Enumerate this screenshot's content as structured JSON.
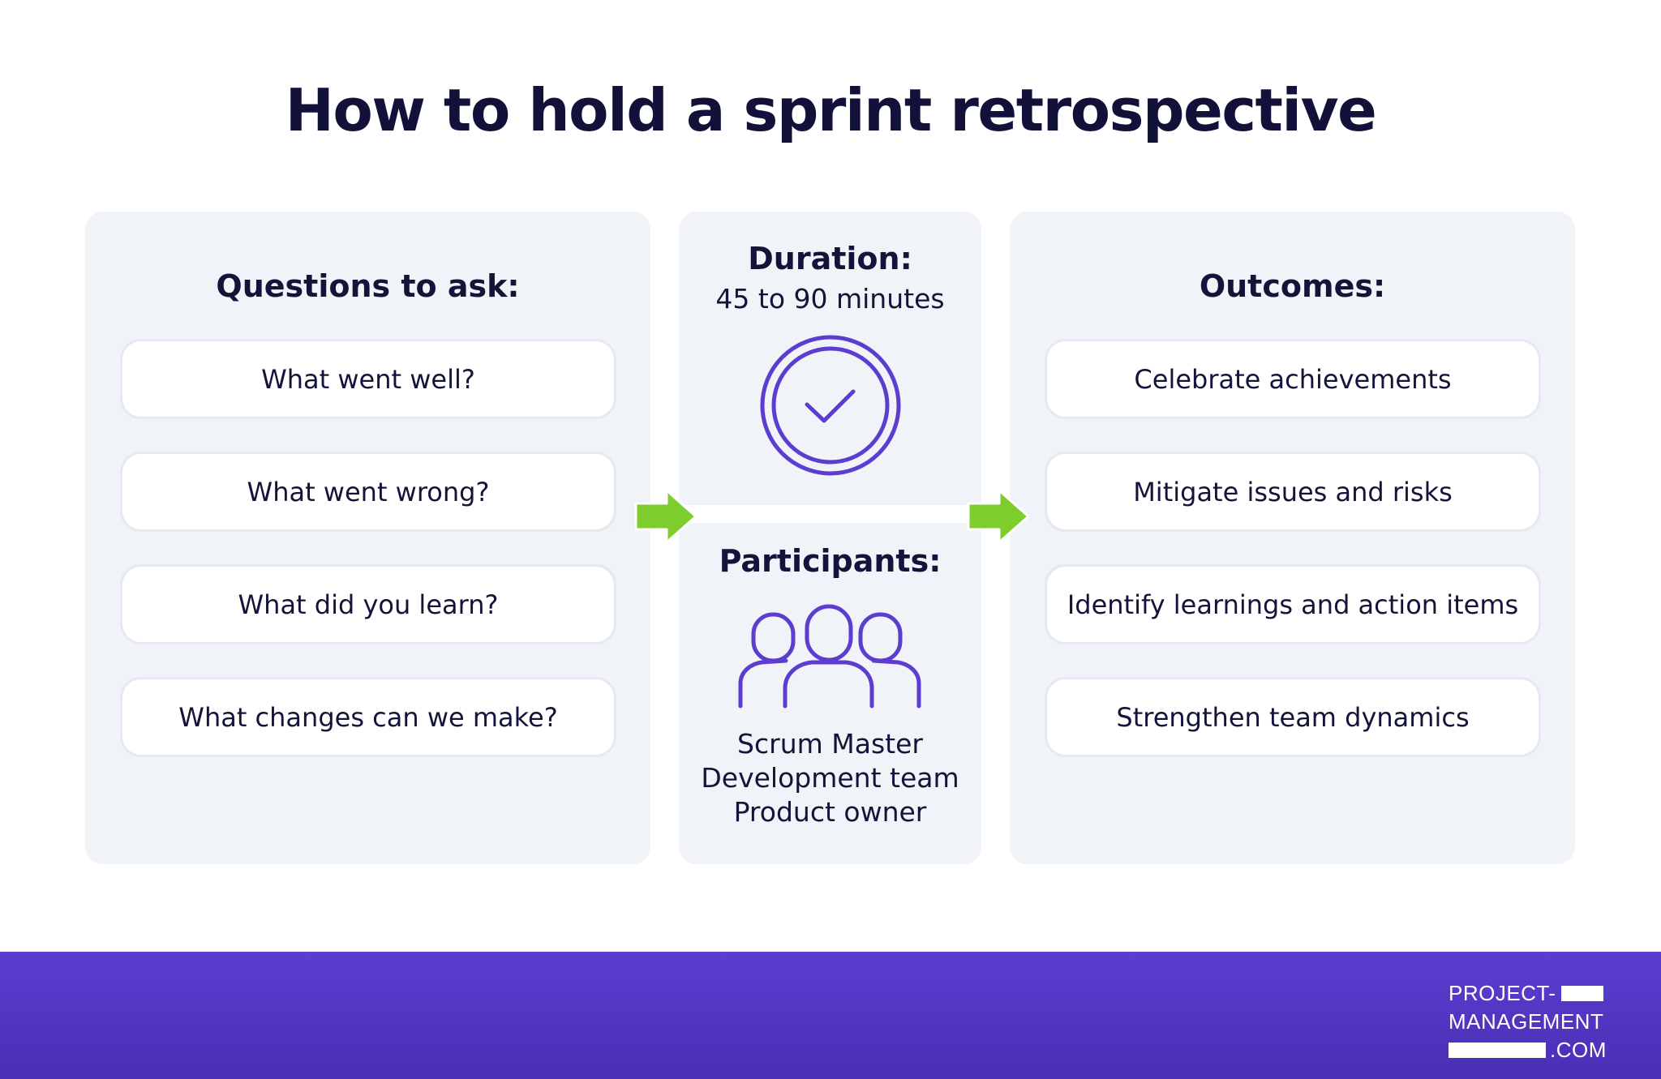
{
  "title": "How to hold a sprint retrospective",
  "left_panel": {
    "heading": "Questions to ask:",
    "items": [
      "What went well?",
      "What went wrong?",
      "What did you learn?",
      "What changes can we make?"
    ]
  },
  "middle_panel": {
    "duration_heading": "Duration:",
    "duration_value": "45 to 90 minutes",
    "participants_heading": "Participants:",
    "participants": [
      "Scrum Master",
      "Development team",
      "Product owner"
    ]
  },
  "right_panel": {
    "heading": "Outcomes:",
    "items": [
      "Celebrate achievements",
      "Mitigate issues and risks",
      "Identify learnings and action items",
      "Strengthen team dynamics"
    ]
  },
  "logo": {
    "line1": "PROJECT-",
    "line2": "MANAGEMENT",
    "line3": ".COM"
  },
  "icons": {
    "clock": "check-circle-icon",
    "participants": "team-icon",
    "arrow": "arrow-right-icon"
  },
  "colors": {
    "title": "#11113a",
    "panel_bg": "#f0f3f7",
    "icon_purple": "#5b3ed0",
    "arrow_green": "#7dcd2d",
    "footer": "#5b3ed0"
  }
}
